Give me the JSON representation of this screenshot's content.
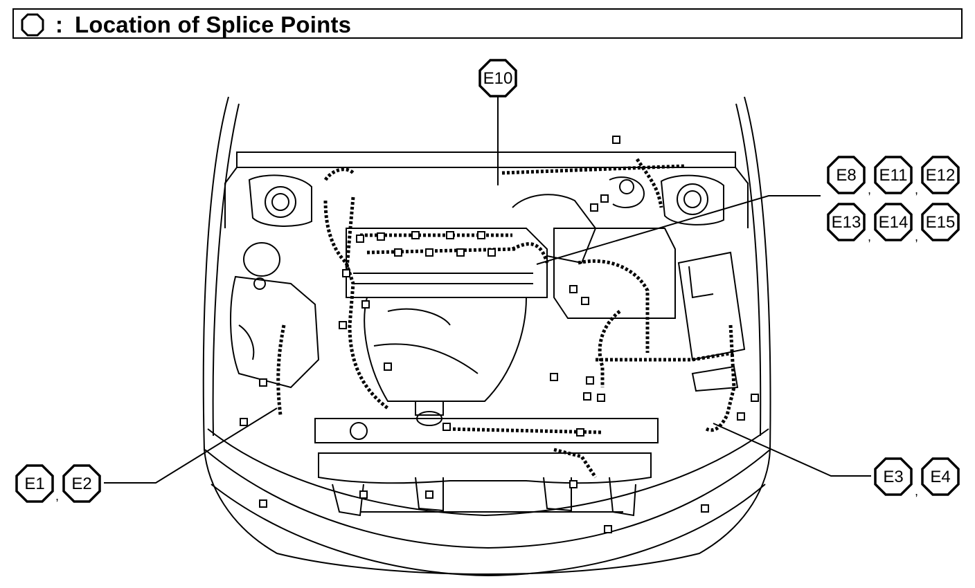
{
  "header": {
    "title": "Location of Splice Points",
    "separator": ":",
    "legend_icon": "octagon-icon"
  },
  "splice_points": {
    "e10": "E10",
    "e8": "E8",
    "e11": "E11",
    "e12": "E12",
    "e13": "E13",
    "e14": "E14",
    "e15": "E15",
    "e1": "E1",
    "e2": "E2",
    "e3": "E3",
    "e4": "E4"
  },
  "separators": {
    "comma": ","
  }
}
